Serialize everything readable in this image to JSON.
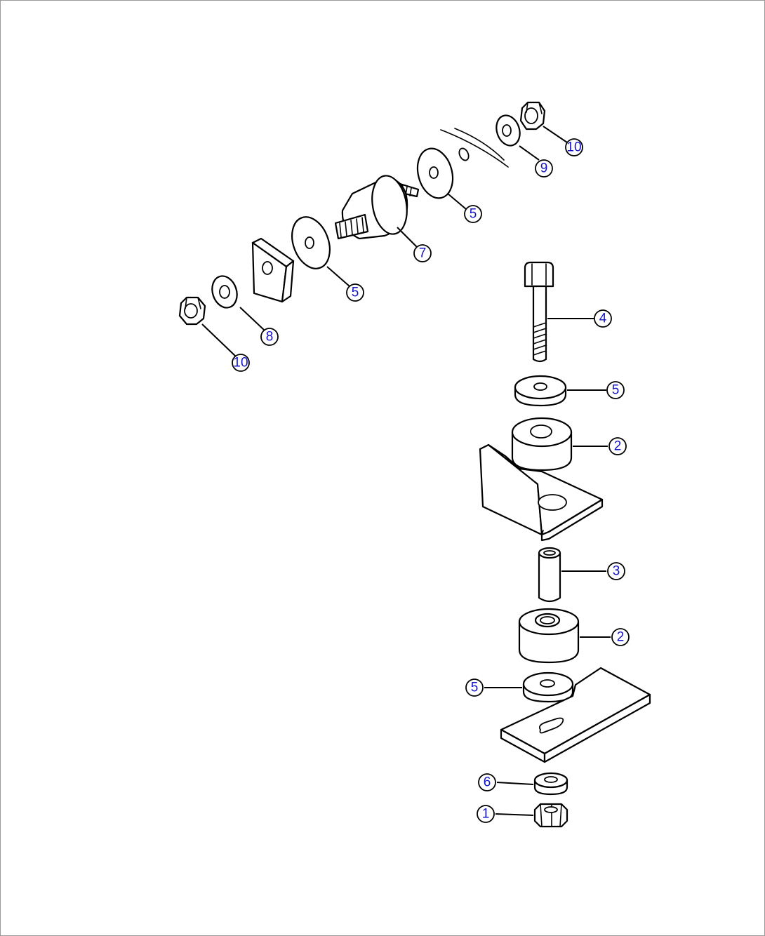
{
  "callouts": [
    {
      "id": "c10a",
      "label": "10"
    },
    {
      "id": "c9",
      "label": "9"
    },
    {
      "id": "c5a",
      "label": "5"
    },
    {
      "id": "c7",
      "label": "7"
    },
    {
      "id": "c5b",
      "label": "5"
    },
    {
      "id": "c8",
      "label": "8"
    },
    {
      "id": "c10b",
      "label": "10"
    },
    {
      "id": "c4",
      "label": "4"
    },
    {
      "id": "c5c",
      "label": "5"
    },
    {
      "id": "c2a",
      "label": "2"
    },
    {
      "id": "c3",
      "label": "3"
    },
    {
      "id": "c2b",
      "label": "2"
    },
    {
      "id": "c5d",
      "label": "5"
    },
    {
      "id": "c6",
      "label": "6"
    },
    {
      "id": "c1",
      "label": "1"
    }
  ],
  "colors": {
    "line": "#000000",
    "callout_text": "#1414c8",
    "background": "#ffffff"
  }
}
